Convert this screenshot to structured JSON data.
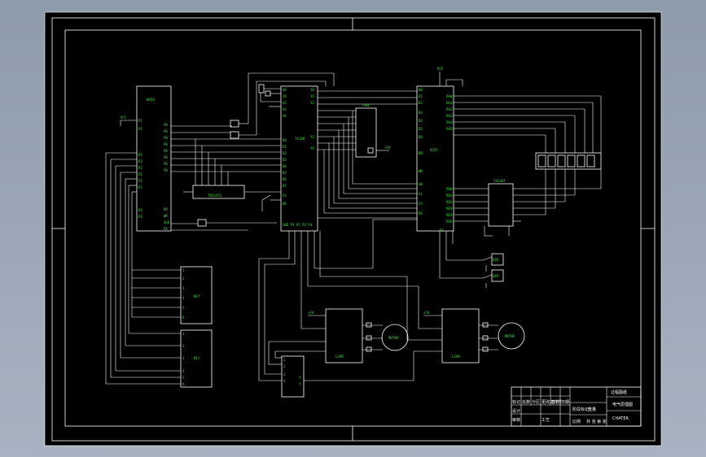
{
  "title_block": {
    "name_field": "过程图纸",
    "drawing_title": "电气原理图",
    "company": "CHATER",
    "row_labels": [
      "标记",
      "处数",
      "分区",
      "更改文件号",
      "签名",
      "日期"
    ],
    "role_labels": [
      "设计",
      "审核",
      "工艺"
    ],
    "stage_label": "阶段标记",
    "weight_label": "重量",
    "scale_label": "比例",
    "sheet_label": "共 张 第 张"
  },
  "components": {
    "mcu_left": "8051",
    "mcu_right": "8255",
    "latch": "74LS373",
    "decoder": "74138",
    "driver": "74LS07",
    "motor_driver_1": "L298",
    "motor_driver_2": "L298",
    "motor_1": "MOTOR",
    "motor_2": "MOTOR",
    "sensor_1": "DIP",
    "sensor_2": "DIP",
    "keypad": "KEY",
    "vcc_1": "VCC",
    "vcc_2": "VCC",
    "vcc_3": "+5V",
    "vcc_4": "+5V",
    "led_driver": "7404"
  },
  "colors": {
    "sheet": "#000000",
    "wire": "#ffffff",
    "label": "#39e639",
    "outside": "#9aa6b6"
  }
}
